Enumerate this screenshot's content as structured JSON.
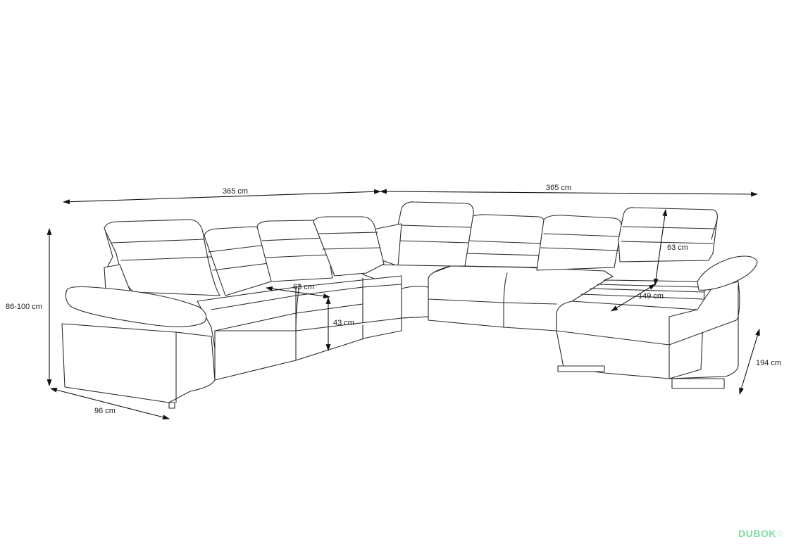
{
  "dimensions": {
    "width_left": "365 cm",
    "width_right": "365 cm",
    "height": "86-100 cm",
    "depth": "96 cm",
    "seat_depth": "63 cm",
    "seat_height": "43 cm",
    "backrest_height": "63 cm",
    "ottoman_length": "149 cm",
    "ottoman_depth": "194 cm"
  },
  "watermark": {
    "brand": "DUBOK",
    "tagline": "your furniture shop"
  }
}
